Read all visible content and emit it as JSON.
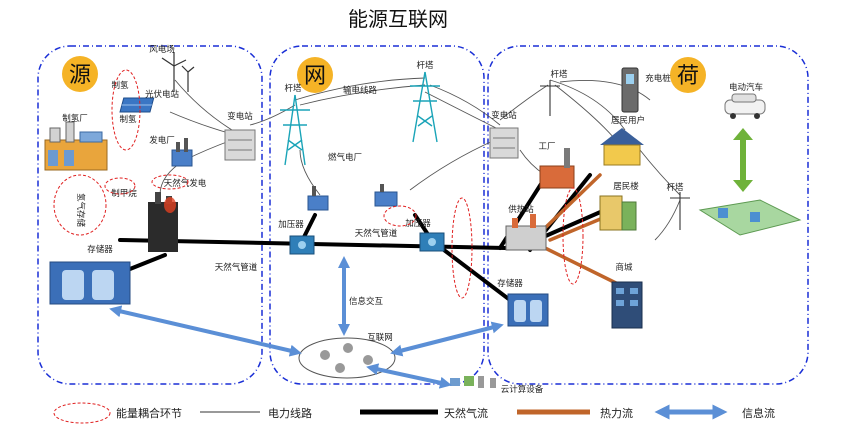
{
  "title": "能源互联网",
  "regions": {
    "source": "源",
    "grid": "网",
    "load": "荷"
  },
  "labels": {
    "wind_farm": "风电场",
    "solar_station": "光伏电站",
    "hydrogen_1": "制氢",
    "hydrogen_2": "制氢",
    "hydrogen_plant": "制氢厂",
    "power_plant": "发电厂",
    "gas_power": "天然气发电",
    "methanation": "制甲烷",
    "hydrogen_storage": "氢气存储",
    "storage_left": "存储器",
    "substation_left": "变电站",
    "tower_left": "杆塔",
    "transmission_line": "输电线路",
    "tower_mid": "杆塔",
    "gas_plant": "燃气电厂",
    "compressor_left": "加压器",
    "compressor_right": "加压器",
    "gas_pipe_mid": "天然气管道",
    "gas_pipe_left": "天然气管道",
    "info_exchange": "信息交互",
    "internet": "互联网",
    "cloud_devices": "云计算设备",
    "tower_right_top": "杆塔",
    "substation_right": "变电站",
    "charging_pile": "充电桩",
    "ev": "电动汽车",
    "resident_user": "居民用户",
    "factory": "工厂",
    "resident_building": "居民楼",
    "heat_station": "供热站",
    "tower_right": "杆塔",
    "mall": "商城",
    "storage_right": "存储器"
  },
  "legend": [
    {
      "key": "coupling",
      "label": "能量耦合环节"
    },
    {
      "key": "power_line",
      "label": "电力线路"
    },
    {
      "key": "gas_flow",
      "label": "天然气流"
    },
    {
      "key": "heat_flow",
      "label": "热力流"
    },
    {
      "key": "info_flow",
      "label": "信息流"
    }
  ],
  "colors": {
    "region_border": "#1a2fd6",
    "badge_fill": "#f5b326",
    "gas_flow": "#000000",
    "heat_flow": "#c0652a",
    "info_flow": "#5b8fd6",
    "coupling": "#e02020",
    "ev_arrow": "#6fb23a"
  }
}
